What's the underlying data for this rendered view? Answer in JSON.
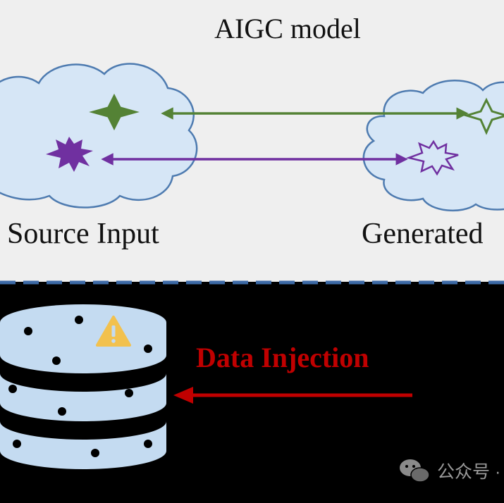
{
  "title": "AIGC model",
  "source_label": "Source Input",
  "generated_label": "Generated",
  "injection_label": "Data Injection",
  "watermark": "公众号 ·",
  "colors": {
    "top_bg": "#efefef",
    "bottom_bg": "#000000",
    "cloud_fill": "#d6e6f6",
    "cloud_stroke": "#4e7bb0",
    "divider": "#3d6aa6",
    "green": "#548235",
    "purple": "#7030a0",
    "red": "#c00000",
    "db_fill": "#c4dbf1",
    "warning": "#f2c14e"
  },
  "icons": {
    "source_star": "four-point-star-icon",
    "source_burst": "burst-icon",
    "generated_star": "four-point-star-outline-icon",
    "generated_burst": "burst-outline-icon",
    "database": "database-icon",
    "warning": "warning-icon",
    "wechat": "wechat-icon"
  }
}
